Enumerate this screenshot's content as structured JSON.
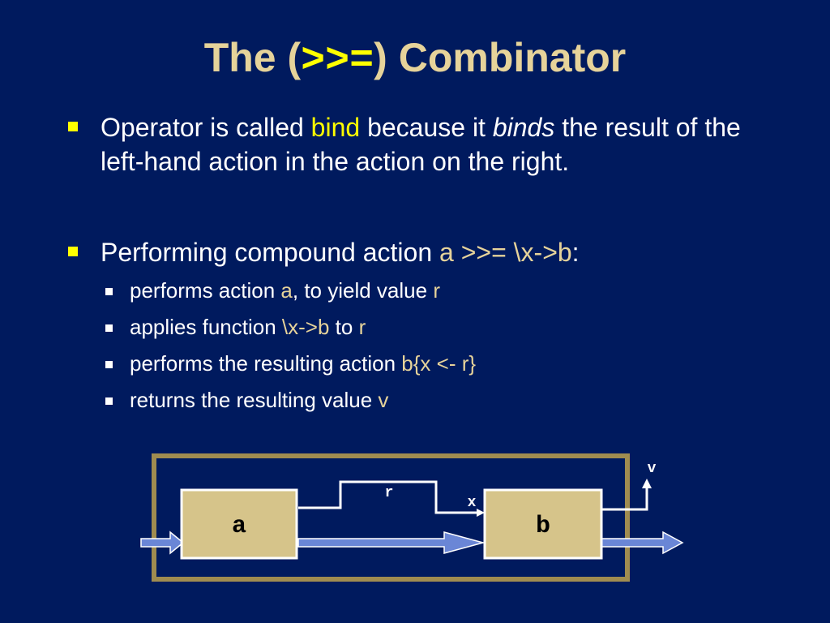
{
  "title": {
    "prefix": "The (",
    "code": ">>=",
    "suffix": ") Combinator"
  },
  "bullets": [
    {
      "parts": [
        "Operator is called ",
        "bind",
        " because it ",
        "binds",
        " the result of the left-hand action in the action on the right."
      ]
    },
    {
      "parts": [
        "Performing compound action ",
        "a >>= \\x->b",
        ":"
      ],
      "sub": [
        {
          "parts": [
            "performs action ",
            "a",
            ", to yield value ",
            "r"
          ]
        },
        {
          "parts": [
            "applies function ",
            "\\x->b",
            " to ",
            "r"
          ]
        },
        {
          "parts": [
            "performs the resulting action ",
            "b{x <- r}"
          ]
        },
        {
          "parts": [
            "returns the resulting value ",
            "v"
          ]
        }
      ]
    }
  ],
  "diagram": {
    "box_a_label": "a",
    "box_b_label": "b",
    "wire_r_label": "r",
    "wire_x_label": "x",
    "output_v_label": "v"
  },
  "colors": {
    "background": "#001a5e",
    "title": "#e6d39a",
    "highlight": "#ffff00",
    "code_text": "#e6d39a",
    "box_fill": "#d6c48a",
    "frame": "#a08c50",
    "arrow": "#6a86d6"
  }
}
